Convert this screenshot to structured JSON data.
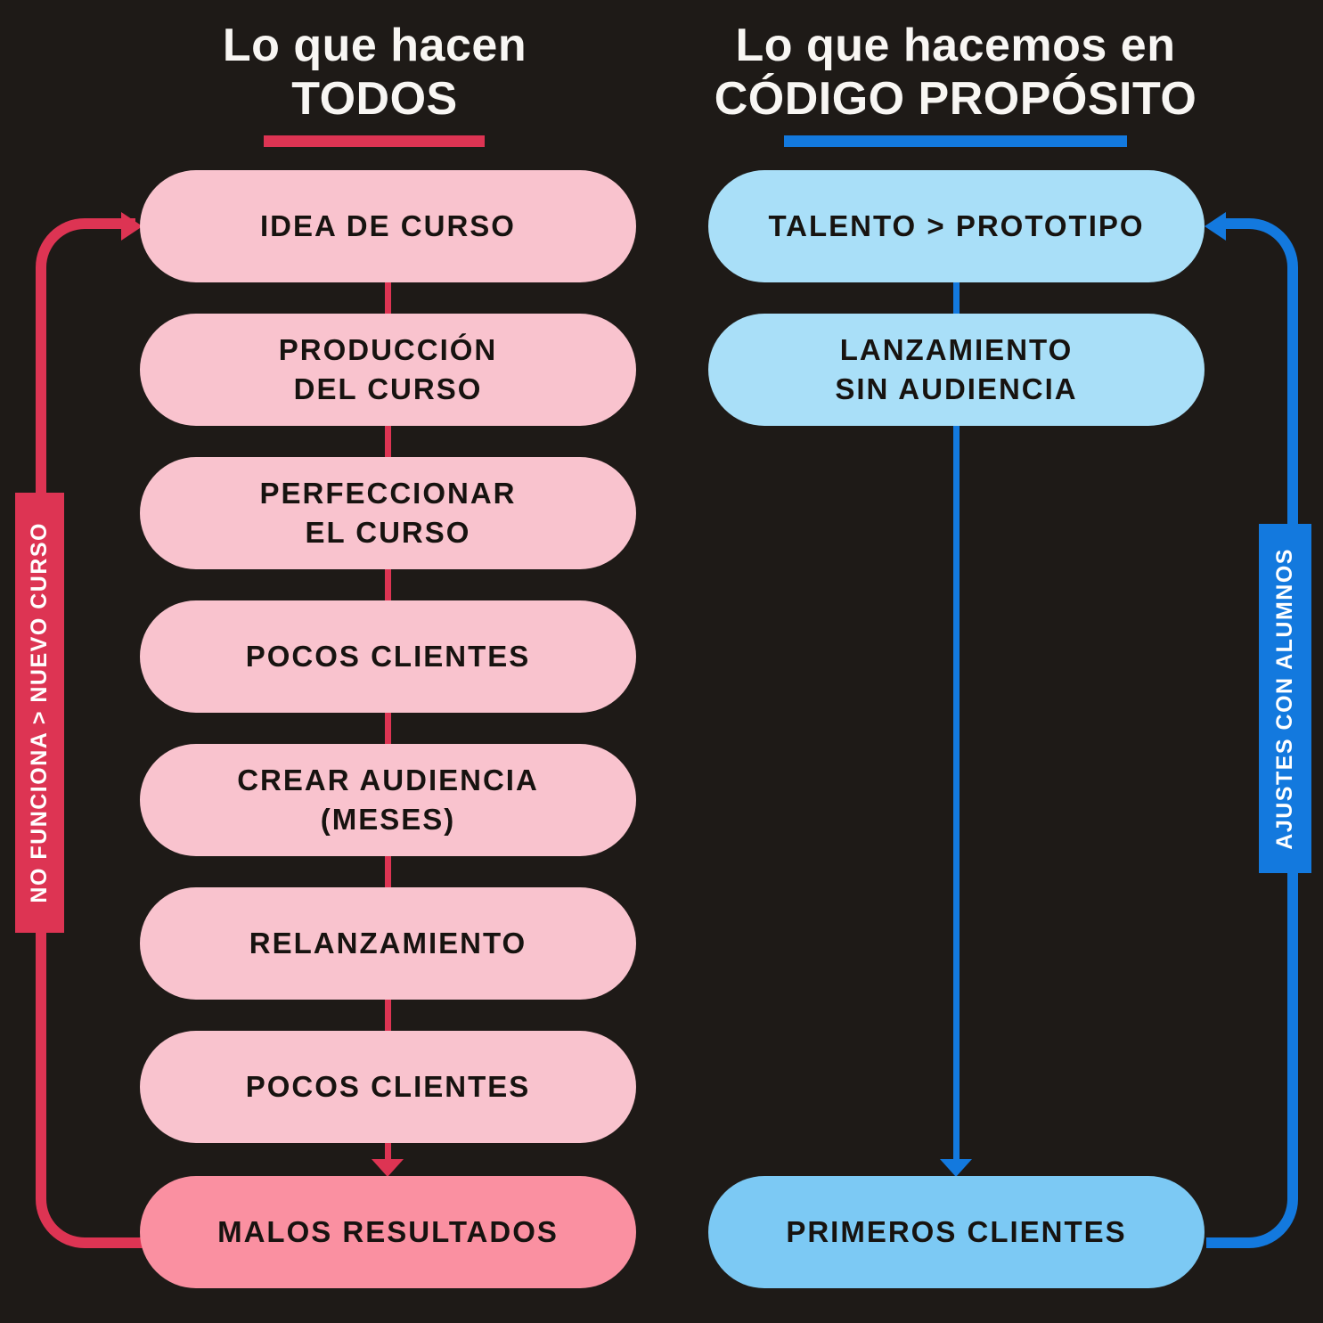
{
  "left": {
    "title_line1": "Lo que hacen",
    "title_line2": "TODOS",
    "steps": [
      {
        "lines": [
          "IDEA DE CURSO"
        ]
      },
      {
        "lines": [
          "PRODUCCIÓN",
          "DEL CURSO"
        ]
      },
      {
        "lines": [
          "PERFECCIONAR",
          "EL CURSO"
        ]
      },
      {
        "lines": [
          "POCOS CLIENTES"
        ]
      },
      {
        "lines": [
          "CREAR AUDIENCIA",
          "(MESES)"
        ]
      },
      {
        "lines": [
          "RELANZAMIENTO"
        ]
      },
      {
        "lines": [
          "POCOS CLIENTES"
        ]
      },
      {
        "lines": [
          "MALOS RESULTADOS"
        ]
      }
    ],
    "loop_label": "NO FUNCIONA > NUEVO CURSO"
  },
  "right": {
    "title_line1": "Lo que hacemos en",
    "title_line2": "CÓDIGO PROPÓSITO",
    "steps": [
      {
        "lines": [
          "TALENTO > PROTOTIPO"
        ]
      },
      {
        "lines": [
          "LANZAMIENTO",
          "SIN AUDIENCIA"
        ]
      },
      {
        "lines": [
          "PRIMEROS CLIENTES"
        ]
      }
    ],
    "loop_label": "AJUSTES CON ALUMNOS"
  },
  "colors": {
    "background": "#1E1A17",
    "red_accent": "#DD3453",
    "pink_box": "#F9C3CE",
    "pink_box_final": "#FA90A1",
    "blue_accent": "#1379DE",
    "blue_box": "#A9DFF8",
    "blue_box_final": "#7CC9F4",
    "title_text": "#F8F6F3",
    "box_text": "#171310",
    "loop_label_text": "#FFFFFF"
  }
}
